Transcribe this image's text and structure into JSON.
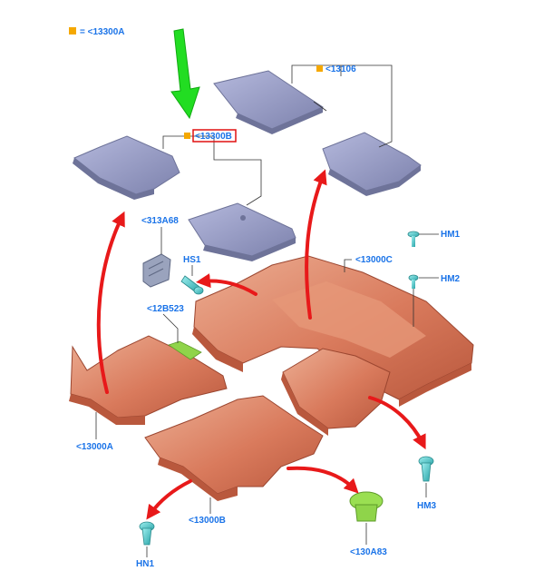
{
  "legend": {
    "marker_color": "#f5a800",
    "text": "= <13300A"
  },
  "labels": {
    "p13106": "<13106",
    "p13300B": "<13300B",
    "p313A68": "<313A68",
    "hs1": "HS1",
    "p13000C": "<13000C",
    "hm1": "HM1",
    "hm2": "HM2",
    "p12B523": "<12B523",
    "p13000A": "<13000A",
    "hm3": "HM3",
    "p13000B": "<13000B",
    "hn1": "HN1",
    "p130A83": "<130A83"
  },
  "colors": {
    "label": "#1a73e8",
    "highlight_box": "#e01010",
    "pointer_arrow": "#00dd00",
    "move_arrow": "#e8191a",
    "floor_pan": "#d97a5c",
    "floor_pan_dark": "#b9583d",
    "mat": "#8f93be",
    "mat_dark": "#6e7399",
    "fastener": "#4fc6c8",
    "green_part": "#8fd44a",
    "leader": "#333333"
  }
}
